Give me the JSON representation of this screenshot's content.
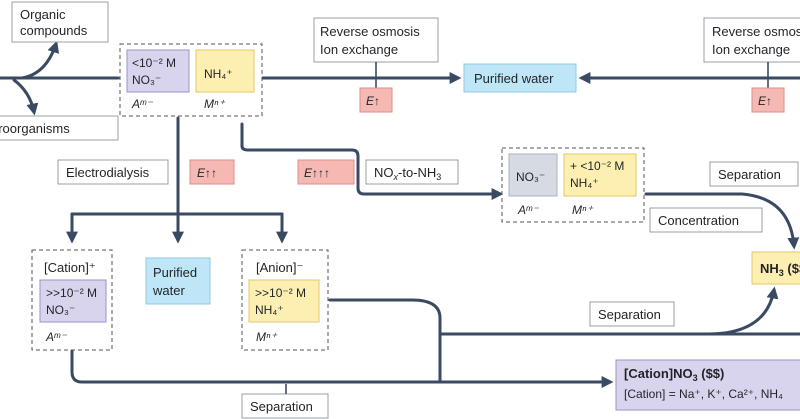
{
  "labels": {
    "organic_compounds_1": "Organic",
    "organic_compounds_2": "compounds",
    "microorganisms": "Microorganisms",
    "ro_ion_1": "Reverse osmosis",
    "ro_ion_2": "Ion exchange",
    "ro_ion_right_1": "Reverse osmosis",
    "ro_ion_right_2": "Ion exchange",
    "purified_water_top": "Purified water",
    "energy_up": "E↑",
    "energy_up_right": "E↑",
    "electrodialysis": "Electrodialysis",
    "energy_upup": "E↑↑",
    "energy_upupup": "E↑↑↑",
    "nox_to_nh3_pre": "NO",
    "nox_to_nh3_sub": "x",
    "nox_to_nh3_post": "-to-NH",
    "nox_to_nh3_sub2": "3",
    "separation_right": "Separation",
    "concentration": "Concentration",
    "nh3_product": "NH",
    "nh3_sub": "3",
    "nh3_suffix": " ($$",
    "separation_mid": "Separation",
    "separation_bottom": "Separation",
    "purified_water_mid_1": "Purified",
    "purified_water_mid_2": "water",
    "cation_product": "[Cation]NO",
    "cation_product_sub": "3",
    "cation_product_suffix": " ($$)",
    "cation_list": "[Cation] = Na⁺, K⁺, Ca²⁺, NH₄"
  },
  "wastewater": {
    "low_conc": "<10⁻² M",
    "no3": "NO₃⁻",
    "nh4": "NH₄⁺",
    "anion": "Aᵐ⁻",
    "cation": "Mⁿ⁺"
  },
  "nox_box": {
    "no3": "NO₃⁻",
    "plus_low": "+ <10⁻² M",
    "nh4": "NH₄⁺",
    "anion": "Aᵐ⁻",
    "cation": "Mⁿ⁺"
  },
  "cation_stream": {
    "title": "[Cation]⁺",
    "high_conc": ">>10⁻² M",
    "no3": "NO₃⁻",
    "anion": "Aᵐ⁻"
  },
  "anion_stream": {
    "title": "[Anion]⁻",
    "high_conc": ">>10⁻² M",
    "nh4": "NH₄⁺",
    "cation": "Mⁿ⁺"
  },
  "colors": {
    "flow": "#3a4a63",
    "purple": "#d9d4ee",
    "yellow": "#fdefb2",
    "blue": "#bfe6f6",
    "red": "#f6b8b3",
    "grey": "#d6dbe3"
  }
}
